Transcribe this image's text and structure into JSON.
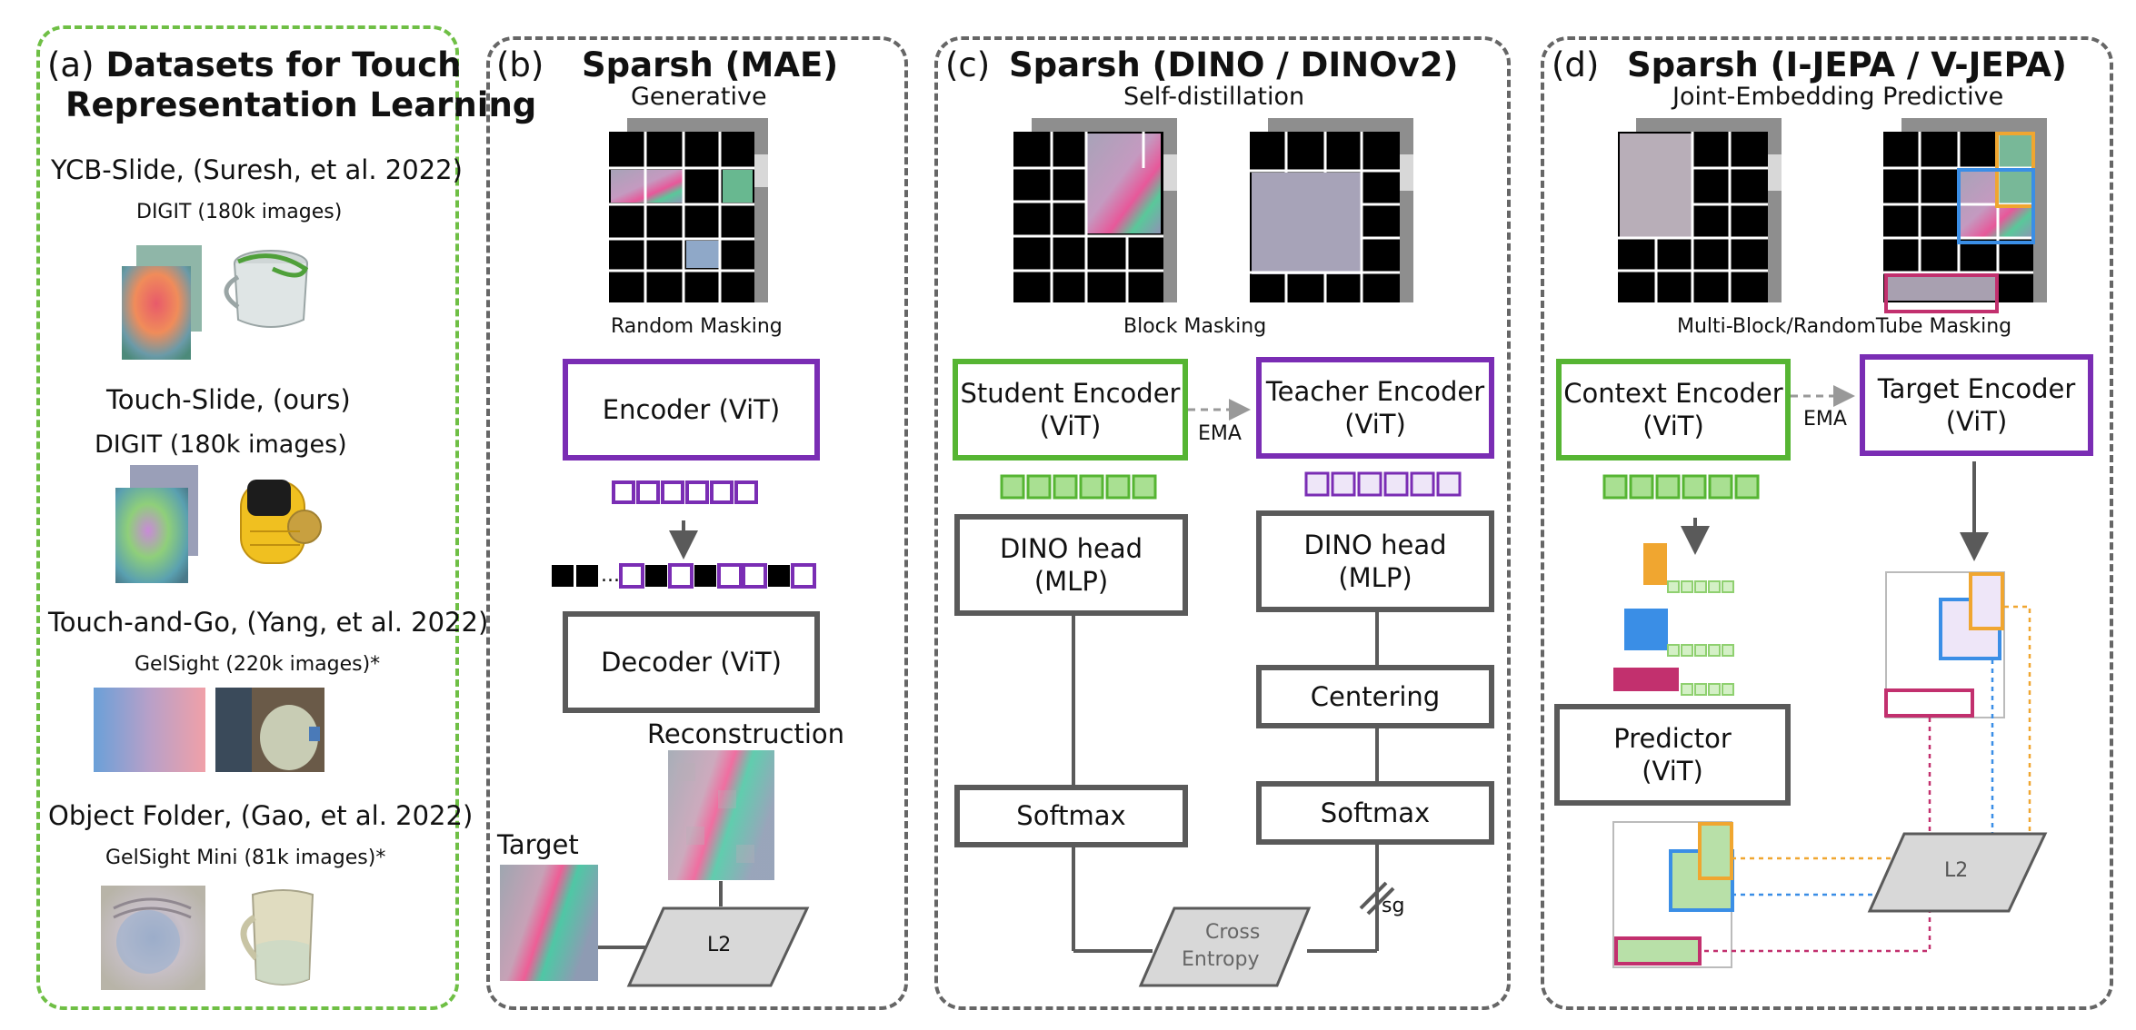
{
  "panel_a": {
    "tag": "(a)",
    "title_line1": "Datasets for Touch",
    "title_line2": "Representation Learning",
    "datasets": [
      {
        "name": "YCB-Slide, (Suresh, et al. 2022)",
        "sensor": "DIGIT (180k images)"
      },
      {
        "name": "Touch-Slide, (ours)",
        "sensor": "DIGIT (180k images)"
      },
      {
        "name": "Touch-and-Go, (Yang, et al. 2022)",
        "sensor": "GelSight (220k images)*"
      },
      {
        "name": "Object Folder, (Gao, et al. 2022)",
        "sensor": "GelSight Mini (81k images)*"
      }
    ]
  },
  "panel_b": {
    "tag": "(b)",
    "title": "Sparsh (MAE)",
    "subtitle": "Generative",
    "masking": "Random Masking",
    "encoder": "Encoder (ViT)",
    "decoder": "Decoder (ViT)",
    "reconstruction": "Reconstruction",
    "target": "Target",
    "loss": "L2",
    "ellipsis": "..."
  },
  "panel_c": {
    "tag": "(c)",
    "title": "Sparsh (DINO / DINOv2)",
    "subtitle": "Self-distillation",
    "masking": "Block Masking",
    "student_line1": "Student Encoder",
    "student_line2": "(ViT)",
    "teacher_line1": "Teacher Encoder",
    "teacher_line2": "(ViT)",
    "ema": "EMA",
    "head_line1": "DINO head",
    "head_line2": "(MLP)",
    "centering": "Centering",
    "softmax": "Softmax",
    "loss_line1": "Cross",
    "loss_line2": "Entropy",
    "sg": "sg"
  },
  "panel_d": {
    "tag": "(d)",
    "title": "Sparsh (I-JEPA / V-JEPA)",
    "subtitle": "Joint-Embedding Predictive",
    "masking": "Multi-Block/RandomTube Masking",
    "context_line1": "Context Encoder",
    "context_line2": "(ViT)",
    "target_line1": "Target Encoder",
    "target_line2": "(ViT)",
    "ema": "EMA",
    "predictor_line1": "Predictor",
    "predictor_line2": "(ViT)",
    "loss": "L2"
  },
  "colors": {
    "purple": "#7a2db4",
    "green": "#56b533",
    "gray": "#5a5a5a",
    "orange": "#f0a630",
    "blue": "#3a8ee6",
    "magenta": "#c2306e"
  }
}
